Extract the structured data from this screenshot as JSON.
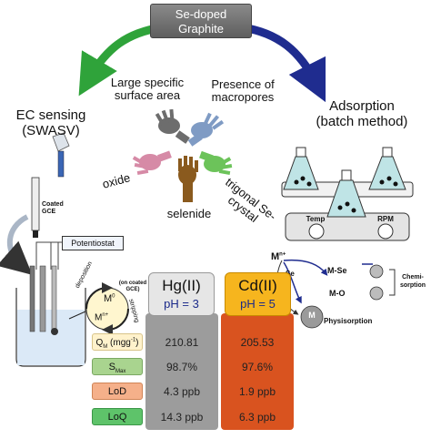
{
  "title": {
    "line1": "Se-doped",
    "line2": "Graphite"
  },
  "left_branch": {
    "line1": "EC sensing",
    "line2": "(SWASV)"
  },
  "right_branch": {
    "line1": "Adsorption",
    "line2": "(batch method)"
  },
  "features": {
    "surface_area": {
      "line1": "Large specific",
      "line2": "surface area"
    },
    "macropores": {
      "line1": "Presence of",
      "line2": "macropores"
    },
    "oxide": "oxide",
    "selenide": "selenide",
    "trigonal": {
      "line1": "trigonal Se-",
      "line2": "crystal"
    }
  },
  "ec_setup": {
    "coated_gce": {
      "line1": "Coated",
      "line2": "GCE"
    },
    "potentiostat": "Potentiostat",
    "deposition": "deposition",
    "stripping": "stripping",
    "on_coated": {
      "line1": "(on coated",
      "line2": "GCE)"
    },
    "m0": "M",
    "m0_sup": "0",
    "mn": "M",
    "mn_sup": "n+"
  },
  "stirrer": {
    "temp": "Temp",
    "rpm": "RPM"
  },
  "mechanism": {
    "mn": "M",
    "mn_sup": "n+",
    "se": "Se",
    "m_se": "M-Se",
    "m_o": "M-O",
    "chemi": {
      "line1": "Chemi-",
      "line2": "sorption"
    },
    "m_bubble": "M",
    "physi": "Physisorption"
  },
  "table": {
    "metals": [
      {
        "name": "Hg(II)",
        "ph": "pH = 3"
      },
      {
        "name": "Cd(II)",
        "ph": "pH = 5"
      }
    ],
    "rows": [
      {
        "label": "Q",
        "label_sub": "M",
        "label_rest": " (mgg",
        "label_sup": "-1",
        "label_end": ")",
        "hg": "210.81",
        "cd": "205.53"
      },
      {
        "label": "S",
        "label_sub": "Max",
        "label_rest": "",
        "label_sup": "",
        "label_end": "",
        "hg": "98.7%",
        "cd": "97.6%"
      },
      {
        "label": "LoD",
        "label_sub": "",
        "label_rest": "",
        "label_sup": "",
        "label_end": "",
        "hg": "4.3 ppb",
        "cd": "1.9 ppb"
      },
      {
        "label": "LoQ",
        "label_sub": "",
        "label_rest": "",
        "label_sup": "",
        "label_end": "",
        "hg": "14.3 ppb",
        "cd": "6.3 ppb"
      }
    ]
  },
  "colors": {
    "green_arrow": "#2fa33a",
    "blue_arrow": "#1f2c8f",
    "hg_card": "#e6e6e6",
    "cd_card": "#f6b51e",
    "hg_column": "#9c9c9c",
    "cd_column": "#d9531f",
    "row_qm": "#fff2cc",
    "row_smax": "#a9d48f",
    "row_lod": "#f5b08a",
    "row_loq": "#5ec36a"
  }
}
